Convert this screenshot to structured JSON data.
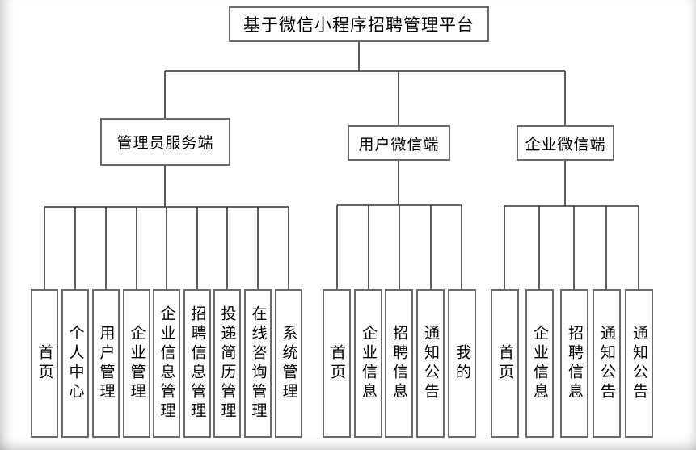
{
  "diagram": {
    "root": "基于微信小程序招聘管理平台",
    "branches": [
      {
        "label": "管理员服务端",
        "children": [
          "首页",
          "个人中心",
          "用户管理",
          "企业管理",
          "企业信息管理",
          "招聘信息管理",
          "投递简历管理",
          "在线咨询管理",
          "系统管理"
        ]
      },
      {
        "label": "用户微信端",
        "children": [
          "首页",
          "企业信息",
          "招聘信息",
          "通知公告",
          "我的"
        ]
      },
      {
        "label": "企业微信端",
        "children": [
          "首页",
          "企业信息",
          "招聘信息",
          "通知公告",
          "通知公告"
        ]
      }
    ],
    "colors": {
      "background": "#ffffff",
      "box_border": "#6a6a6a",
      "connector_line": "#333333",
      "text": "#000000"
    }
  }
}
